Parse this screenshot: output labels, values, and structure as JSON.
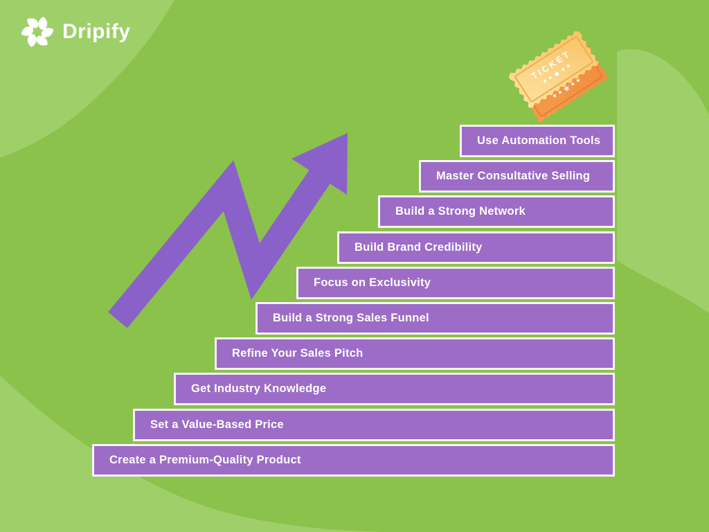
{
  "page": {
    "type": "staircase-infographic"
  },
  "brand": {
    "name": "Dripify"
  },
  "tickets": {
    "label": "TICKET",
    "star": "★"
  },
  "stairs": {
    "steps": [
      {
        "label": "Use Automation Tools"
      },
      {
        "label": "Master Consultative Selling"
      },
      {
        "label": "Build a Strong Network"
      },
      {
        "label": "Build Brand Credibility"
      },
      {
        "label": "Focus on Exclusivity"
      },
      {
        "label": "Build a Strong Sales Funnel"
      },
      {
        "label": "Refine Your Sales Pitch"
      },
      {
        "label": "Get Industry Knowledge"
      },
      {
        "label": "Set a Value-Based Price"
      },
      {
        "label": "Create a Premium-Quality Product"
      }
    ]
  },
  "colors": {
    "bg_green": "#8ac24c",
    "blob_green": "#9ecf68",
    "bar_purple": "#9c6cc7",
    "bar_border": "#f8f5fc",
    "arrow_purple": "#8a61c9",
    "text_white": "#ffffff",
    "logo_white": "#ffffff",
    "ticket_yellow_light": "#fde3a2",
    "ticket_yellow_deep": "#f8c265",
    "ticket_yellow_border": "#f3ab4e",
    "ticket_orange": "#f59c4c",
    "ticket_orange_deep": "#ef8a3a",
    "ticket_orange_border": "#e87f33"
  }
}
